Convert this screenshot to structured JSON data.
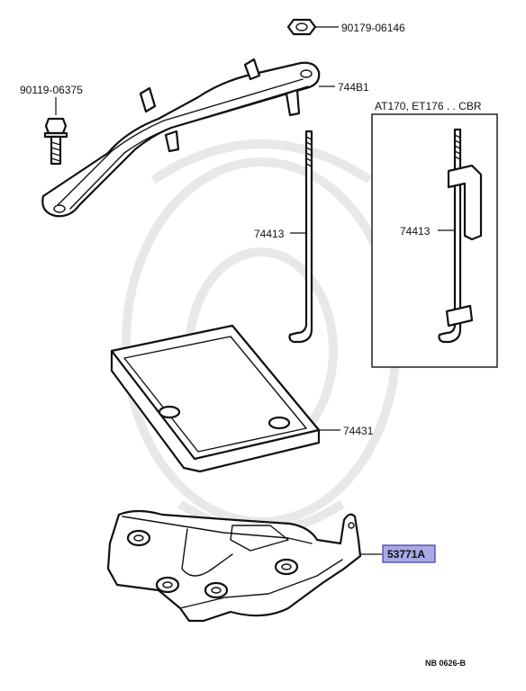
{
  "diagram": {
    "parts": {
      "nut": "90179-06146",
      "bolt": "90119-06375",
      "clamp": "744B1",
      "rod": "74413",
      "tray": "74431",
      "carrier": "53771A"
    },
    "inset": {
      "title": "AT170, ET176 . . CBR",
      "rod": "74413"
    },
    "code": "NB 0626-B",
    "colors": {
      "highlight_fill": "#a9a9e8",
      "highlight_border": "#3a3aa8",
      "ink": "#111111"
    }
  }
}
